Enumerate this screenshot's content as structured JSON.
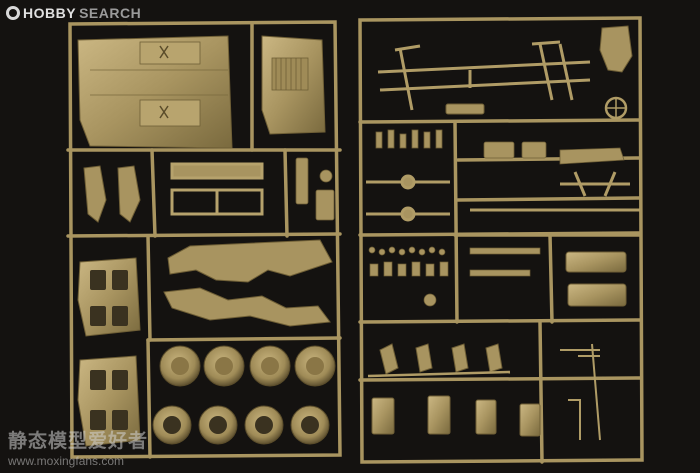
{
  "logo": {
    "part1": "HOBBY",
    "part2": "SEARCH",
    "mark": "hobbysearch-logo-icon"
  },
  "watermark": {
    "chinese": "静态模型爱好者",
    "url": "www.moxingfans.com"
  },
  "colors": {
    "background": "#141210",
    "plastic": "#a89460",
    "plastic_light": "#c6b27c",
    "plastic_dark": "#6f5f36"
  }
}
